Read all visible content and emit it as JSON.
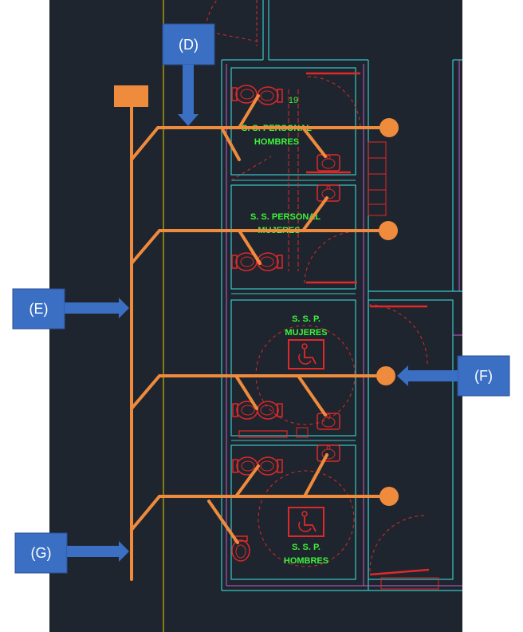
{
  "colors": {
    "background": "#1f252e",
    "wall_cyan": "#38c8c8",
    "wall_magenta": "#c060d0",
    "fixture_red": "#e02828",
    "text_green": "#3df23d",
    "pipe_orange": "#ef8b3d",
    "callout_blue": "#3a6fc4",
    "guide_yellow": "#c8b400"
  },
  "rooms": {
    "number": "19",
    "personal_hombres": [
      "S. S. PERSONAL",
      "HOMBRES"
    ],
    "personal_mujeres": [
      "S. S. PERSONAL",
      "MUJERES"
    ],
    "public_mujeres": [
      "S. S. P.",
      "MUJERES"
    ],
    "public_hombres": [
      "S. S. P.",
      "HOMBRES"
    ]
  },
  "callouts": {
    "d": "(D)",
    "e": "(E)",
    "f": "(F)",
    "g": "(G)"
  },
  "icons": {
    "accessibility": "wheelchair-icon",
    "toilet": "toilet-icon",
    "sink": "sink-icon",
    "vent_cap": "vent-cap-icon"
  }
}
